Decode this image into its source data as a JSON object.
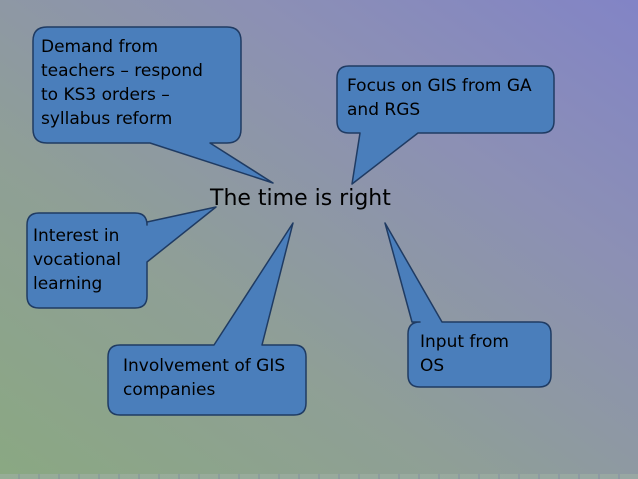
{
  "title": "The time is right",
  "callout_fill": "#4a7ebb",
  "callout_stroke": "#1f3b63",
  "callouts": [
    {
      "id": "demand",
      "lines": [
        "Demand from",
        "teachers – respond",
        "to KS3 orders –",
        "syllabus reform"
      ]
    },
    {
      "id": "focus",
      "lines": [
        "Focus on GIS from GA",
        "and RGS"
      ]
    },
    {
      "id": "vocational",
      "lines": [
        "Interest in",
        "vocational",
        "learning"
      ]
    },
    {
      "id": "companies",
      "lines": [
        "Involvement of GIS",
        "companies"
      ]
    },
    {
      "id": "os",
      "lines": [
        "Input from",
        "OS"
      ]
    }
  ]
}
